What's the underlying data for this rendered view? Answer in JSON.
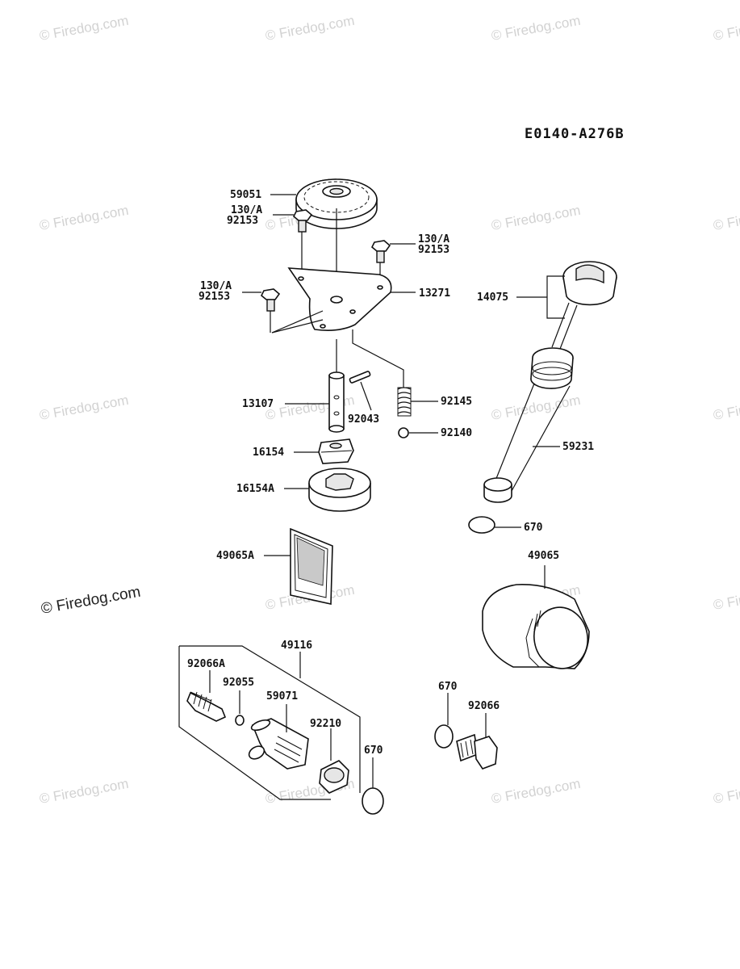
{
  "diagram_code": "E0140-A276B",
  "watermark_text": "© Firedog.com",
  "labels": {
    "l59051": "59051",
    "l130a_1": "130/A",
    "l92153_1": "92153",
    "l130a_2": "130/A",
    "l92153_2": "92153",
    "l130a_3": "130/A",
    "l92153_3": "92153",
    "l13271": "13271",
    "l14075": "14075",
    "l13107": "13107",
    "l92043": "92043",
    "l92145": "92145",
    "l92140": "92140",
    "l16154": "16154",
    "l16154A": "16154A",
    "l59231": "59231",
    "l670_a": "670",
    "l49065A": "49065A",
    "l49065": "49065",
    "l49116": "49116",
    "l92066A": "92066A",
    "l92055": "92055",
    "l59071": "59071",
    "l92210": "92210",
    "l670_b": "670",
    "l670_c": "670",
    "l92066": "92066"
  }
}
